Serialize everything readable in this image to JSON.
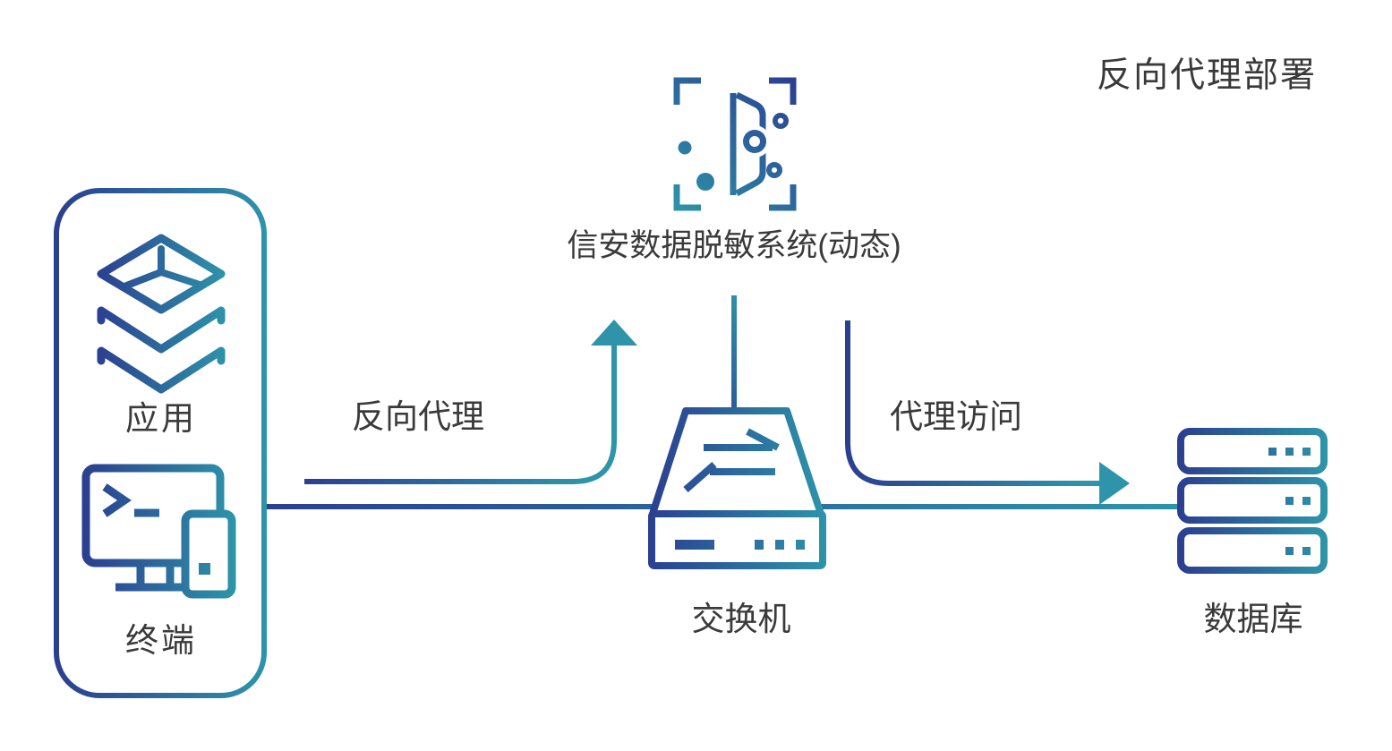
{
  "title": "反向代理部署",
  "nodes": {
    "masking": {
      "label": "信安数据脱敏系统(动态)",
      "icon": "data-masking-icon"
    },
    "application": {
      "label": "应用",
      "icon": "layers-icon"
    },
    "terminal": {
      "label": "终端",
      "icon": "terminal-monitor-icon"
    },
    "switch": {
      "label": "交换机",
      "icon": "network-switch-icon"
    },
    "database": {
      "label": "数据库",
      "icon": "database-servers-icon"
    }
  },
  "edges": {
    "reverse_proxy": {
      "label": "反向代理",
      "direction": "up"
    },
    "proxy_access": {
      "label": "代理访问",
      "direction": "right"
    },
    "main_link": {
      "from": "terminal",
      "to": "database"
    },
    "masking_link": {
      "from": "masking",
      "to": "switch"
    }
  },
  "colors": {
    "dark_blue": "#2b3f90",
    "teal": "#2d94a9",
    "text": "#3a3a3a",
    "background": "#ffffff"
  }
}
